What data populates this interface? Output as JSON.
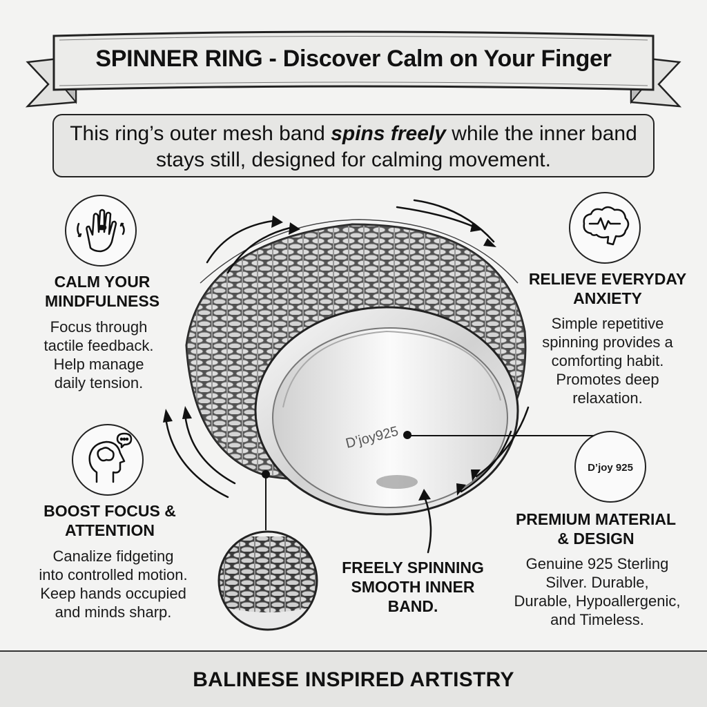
{
  "banner": {
    "title": "SPINNER RING - Discover Calm on Your Finger"
  },
  "intro": {
    "before": "This ring’s outer mesh band ",
    "emphasis": "spins freely",
    "after": " while the inner band stays still, designed for calming movement."
  },
  "features": {
    "calm": {
      "icon": "hand-ring-icon",
      "title_line1": "CALM YOUR",
      "title_line2": "MINDFULNESS",
      "body": [
        "Focus through",
        "tactile feedback.",
        "Help manage",
        "daily tension."
      ]
    },
    "relieve": {
      "icon": "brain-pulse-icon",
      "title_line1": "RELIEVE EVERYDAY",
      "title_line2": "ANXIETY",
      "body": [
        "Simple repetitive",
        "spinning provides a",
        "comforting habit.",
        "Promotes deep",
        "relaxation."
      ]
    },
    "focus": {
      "icon": "head-thought-icon",
      "title_line1": "BOOST FOCUS &",
      "title_line2": "ATTENTION",
      "body": [
        "Canalize fidgeting",
        "into controlled motion.",
        "Keep hands occupied",
        "and minds sharp."
      ]
    },
    "material": {
      "badge": "D’joy 925",
      "title_line1": "PREMIUM MATERIAL",
      "title_line2": "& DESIGN",
      "body": [
        "Genuine 925 Sterling",
        "Silver. Durable,",
        "Durable, Hypoallergenic,",
        "and Timeless."
      ]
    },
    "spinning": {
      "title_line1": "FREELY SPINNING",
      "title_line2": "SMOOTH INNER",
      "title_line3": "BAND."
    }
  },
  "ring": {
    "engraving": "D’joy925"
  },
  "footer": {
    "text": "BALINESE INSPIRED ARTISTRY"
  }
}
